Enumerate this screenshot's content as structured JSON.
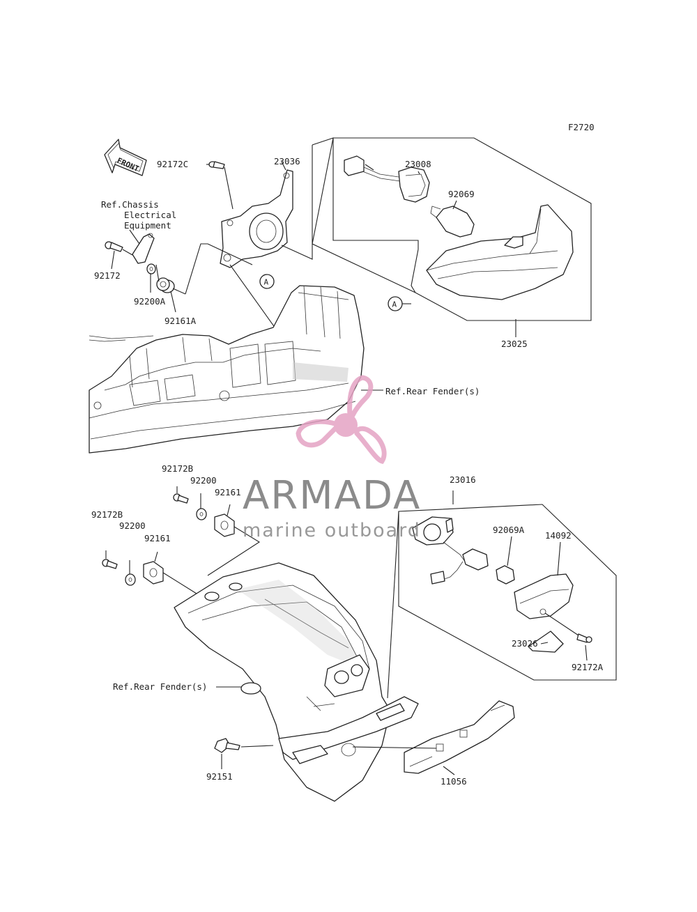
{
  "figure_code": "F2720",
  "front_label": "FRONT",
  "labels": {
    "p23036": "23036",
    "p92172C": "92172C",
    "ref_chassis_1": "Ref.Chassis",
    "ref_chassis_2": "Electrical",
    "ref_chassis_3": "Equipment",
    "p92172": "92172",
    "p92200A": "92200A",
    "p92161A": "92161A",
    "p23008": "23008",
    "p92069": "92069",
    "callout_a": "A",
    "p23025": "23025",
    "ref_rear_fender_top": "Ref.Rear Fender(s)",
    "p92172B_a": "92172B",
    "p92200_a": "92200",
    "p92161_a": "92161",
    "p92172B_b": "92172B",
    "p92200_b": "92200",
    "p92161_b": "92161",
    "p23016": "23016",
    "p92069A": "92069A",
    "p14092": "14092",
    "p23026": "23026",
    "p92172A": "92172A",
    "ref_rear_fender_bottom": "Ref.Rear Fender(s)",
    "p92151": "92151",
    "p11056": "11056"
  },
  "watermark": {
    "title": "ARMADA",
    "subtitle": "marine outboard",
    "logo_color": "#e4a3c4"
  }
}
